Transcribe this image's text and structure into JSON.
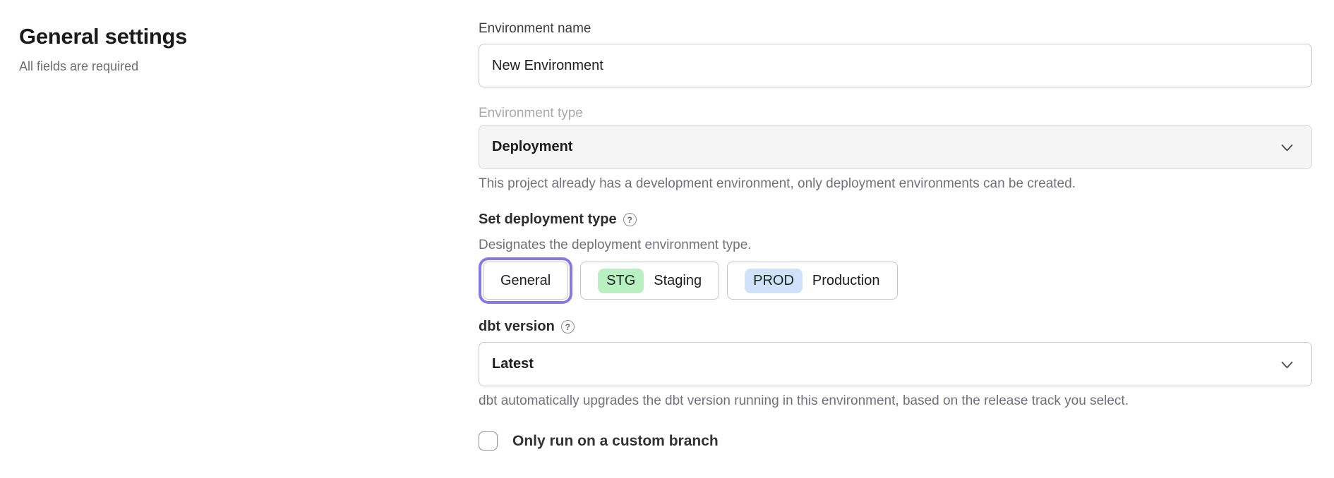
{
  "page": {
    "title": "General settings",
    "subtitle": "All fields are required"
  },
  "form": {
    "environment_name": {
      "label": "Environment name",
      "value": "New Environment"
    },
    "environment_type": {
      "label": "Environment type",
      "value": "Deployment",
      "disabled": true,
      "helper": "This project already has a development environment, only deployment environments can be created."
    },
    "deployment_type": {
      "label": "Set deployment type",
      "help_icon": "?",
      "description": "Designates the deployment environment type.",
      "options": [
        {
          "label": "General",
          "badge": "",
          "selected": true
        },
        {
          "label": "Staging",
          "badge": "STG",
          "selected": false
        },
        {
          "label": "Production",
          "badge": "PROD",
          "selected": false
        }
      ]
    },
    "dbt_version": {
      "label": "dbt version",
      "help_icon": "?",
      "value": "Latest",
      "helper": "dbt automatically upgrades the dbt version running in this environment, based on the release track you select."
    },
    "custom_branch": {
      "label": "Only run on a custom branch",
      "checked": false
    }
  },
  "colors": {
    "accent_purple": "#8678e9",
    "badge_green": "#b9f0c2",
    "badge_blue": "#cfe2fa",
    "disabled_field_bg": "#f5f5f6"
  }
}
